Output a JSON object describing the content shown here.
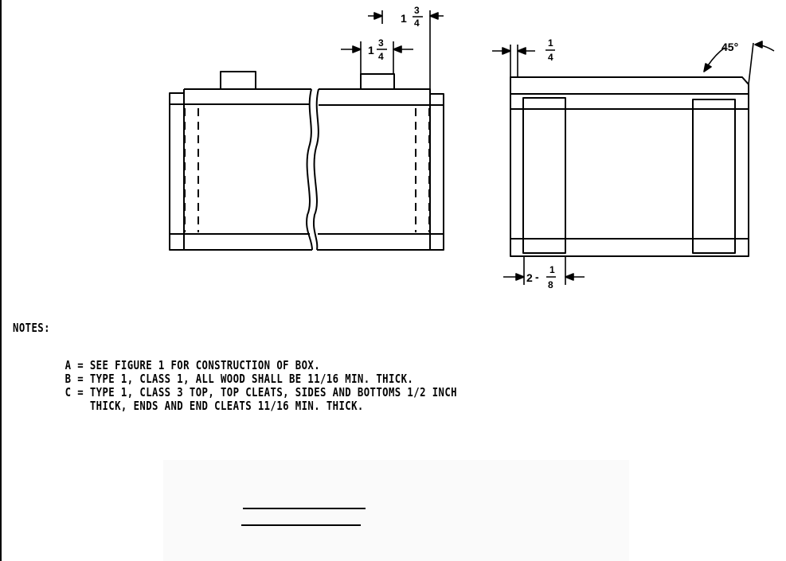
{
  "dimensions": {
    "top_width_whole": "1",
    "top_width_num": "3",
    "top_width_den": "4",
    "cleat_width_whole": "1",
    "cleat_width_num": "3",
    "cleat_width_den": "4",
    "bevel_num": "1",
    "bevel_den": "4",
    "angle": "45°",
    "end_cleat_whole": "2",
    "end_cleat_num": "1",
    "end_cleat_den": "8"
  },
  "notes": {
    "heading": "NOTES:",
    "items": [
      "A = SEE FIGURE 1 FOR CONSTRUCTION OF BOX.",
      "B = TYPE 1, CLASS 1, ALL WOOD SHALL BE 11/16 MIN. THICK.",
      "C = TYPE 1, CLASS 3 TOP, TOP CLEATS, SIDES AND BOTTOMS 1/2 INCH",
      "    THICK, ENDS AND END CLEATS 11/16 MIN. THICK."
    ]
  }
}
